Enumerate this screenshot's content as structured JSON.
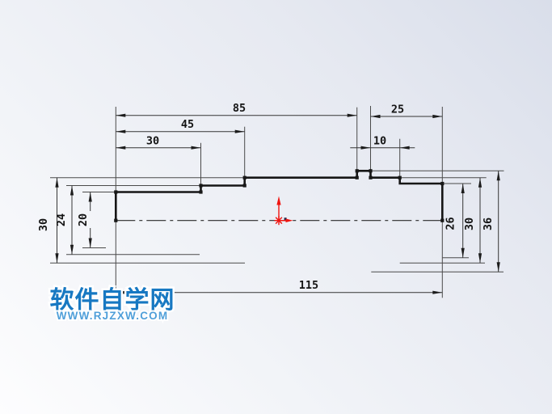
{
  "dimensions": {
    "d85": "85",
    "d45": "45",
    "d30_top": "30",
    "d25": "25",
    "d10": "10",
    "d115": "115",
    "d30_left": "30",
    "d24": "24",
    "d20": "20",
    "d26": "26",
    "d30_right": "30",
    "d36": "36"
  },
  "watermark": {
    "site_name": "软件自学网",
    "site_url": "WWW.RJZXW.COM"
  },
  "colors": {
    "profile_line": "#161616",
    "annotation_line": "#4a4a4a",
    "dimension_text": "#141414",
    "origin_marker": "#f01510",
    "watermark_name": "#1778c2",
    "watermark_url": "#4f9fd9",
    "background_top": "#d9deea",
    "background_bottom": "#fdfdfe"
  }
}
